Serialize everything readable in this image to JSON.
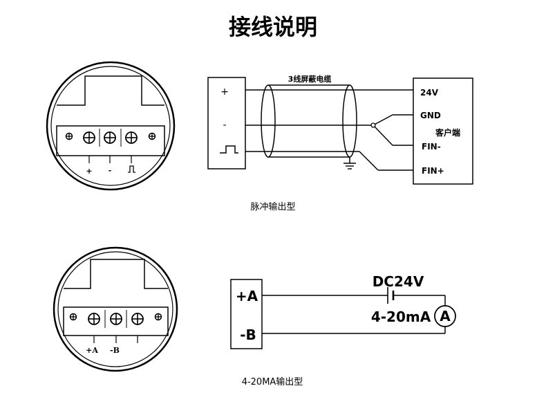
{
  "title": "接线说明",
  "pulse": {
    "caption": "脉冲输出型",
    "cable_label": "3线屏蔽电缆",
    "client_label": "客户端",
    "terminals": {
      "v24": "24V",
      "gnd": "GND",
      "fin_minus": "FIN-",
      "fin_plus": "FIN+"
    },
    "device_symbols": {
      "plus": "+",
      "minus": "-"
    },
    "meter_terminal_labels": {
      "plus": "+",
      "minus": "-"
    }
  },
  "analog": {
    "caption": "4-20MA输出型",
    "terminal_a": "+A",
    "terminal_b": "-B",
    "supply_label": "DC24V",
    "current_label": "4-20mA",
    "ammeter_symbol": "A",
    "meter_terminal_labels": {
      "a": "+A",
      "b": "-B"
    }
  }
}
